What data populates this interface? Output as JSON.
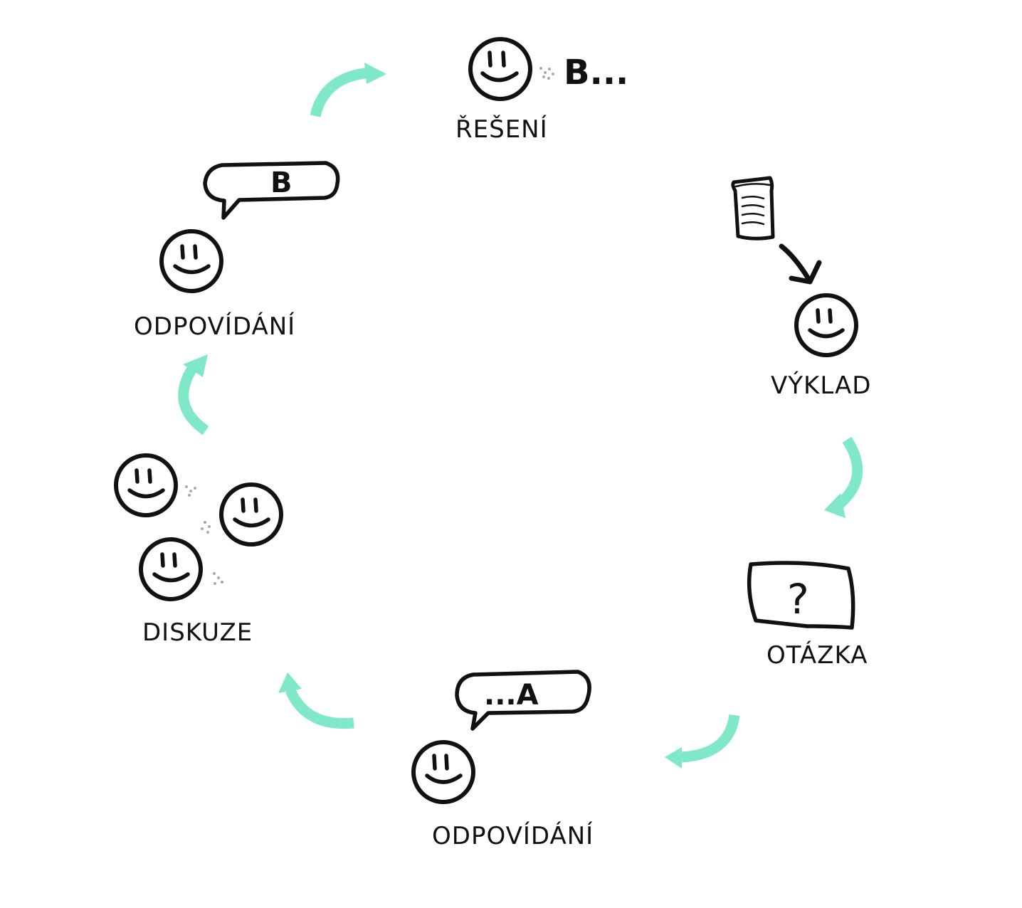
{
  "labels": {
    "reseni": "ŘEŠENÍ",
    "vyklad": "VÝKLAD",
    "otazka": "OTÁZKA",
    "odpovidani_bottom": "ODPOVÍDÁNÍ",
    "diskuze": "DISKUZE",
    "odpovidani_left": "ODPOVÍDÁNÍ"
  },
  "bubbles": {
    "bottom": "...A",
    "left": "B"
  },
  "speech": {
    "reseni": "B..."
  },
  "board": {
    "symbol": "?"
  },
  "colors": {
    "arrow": "#7ee8c8",
    "ink": "#111111"
  }
}
